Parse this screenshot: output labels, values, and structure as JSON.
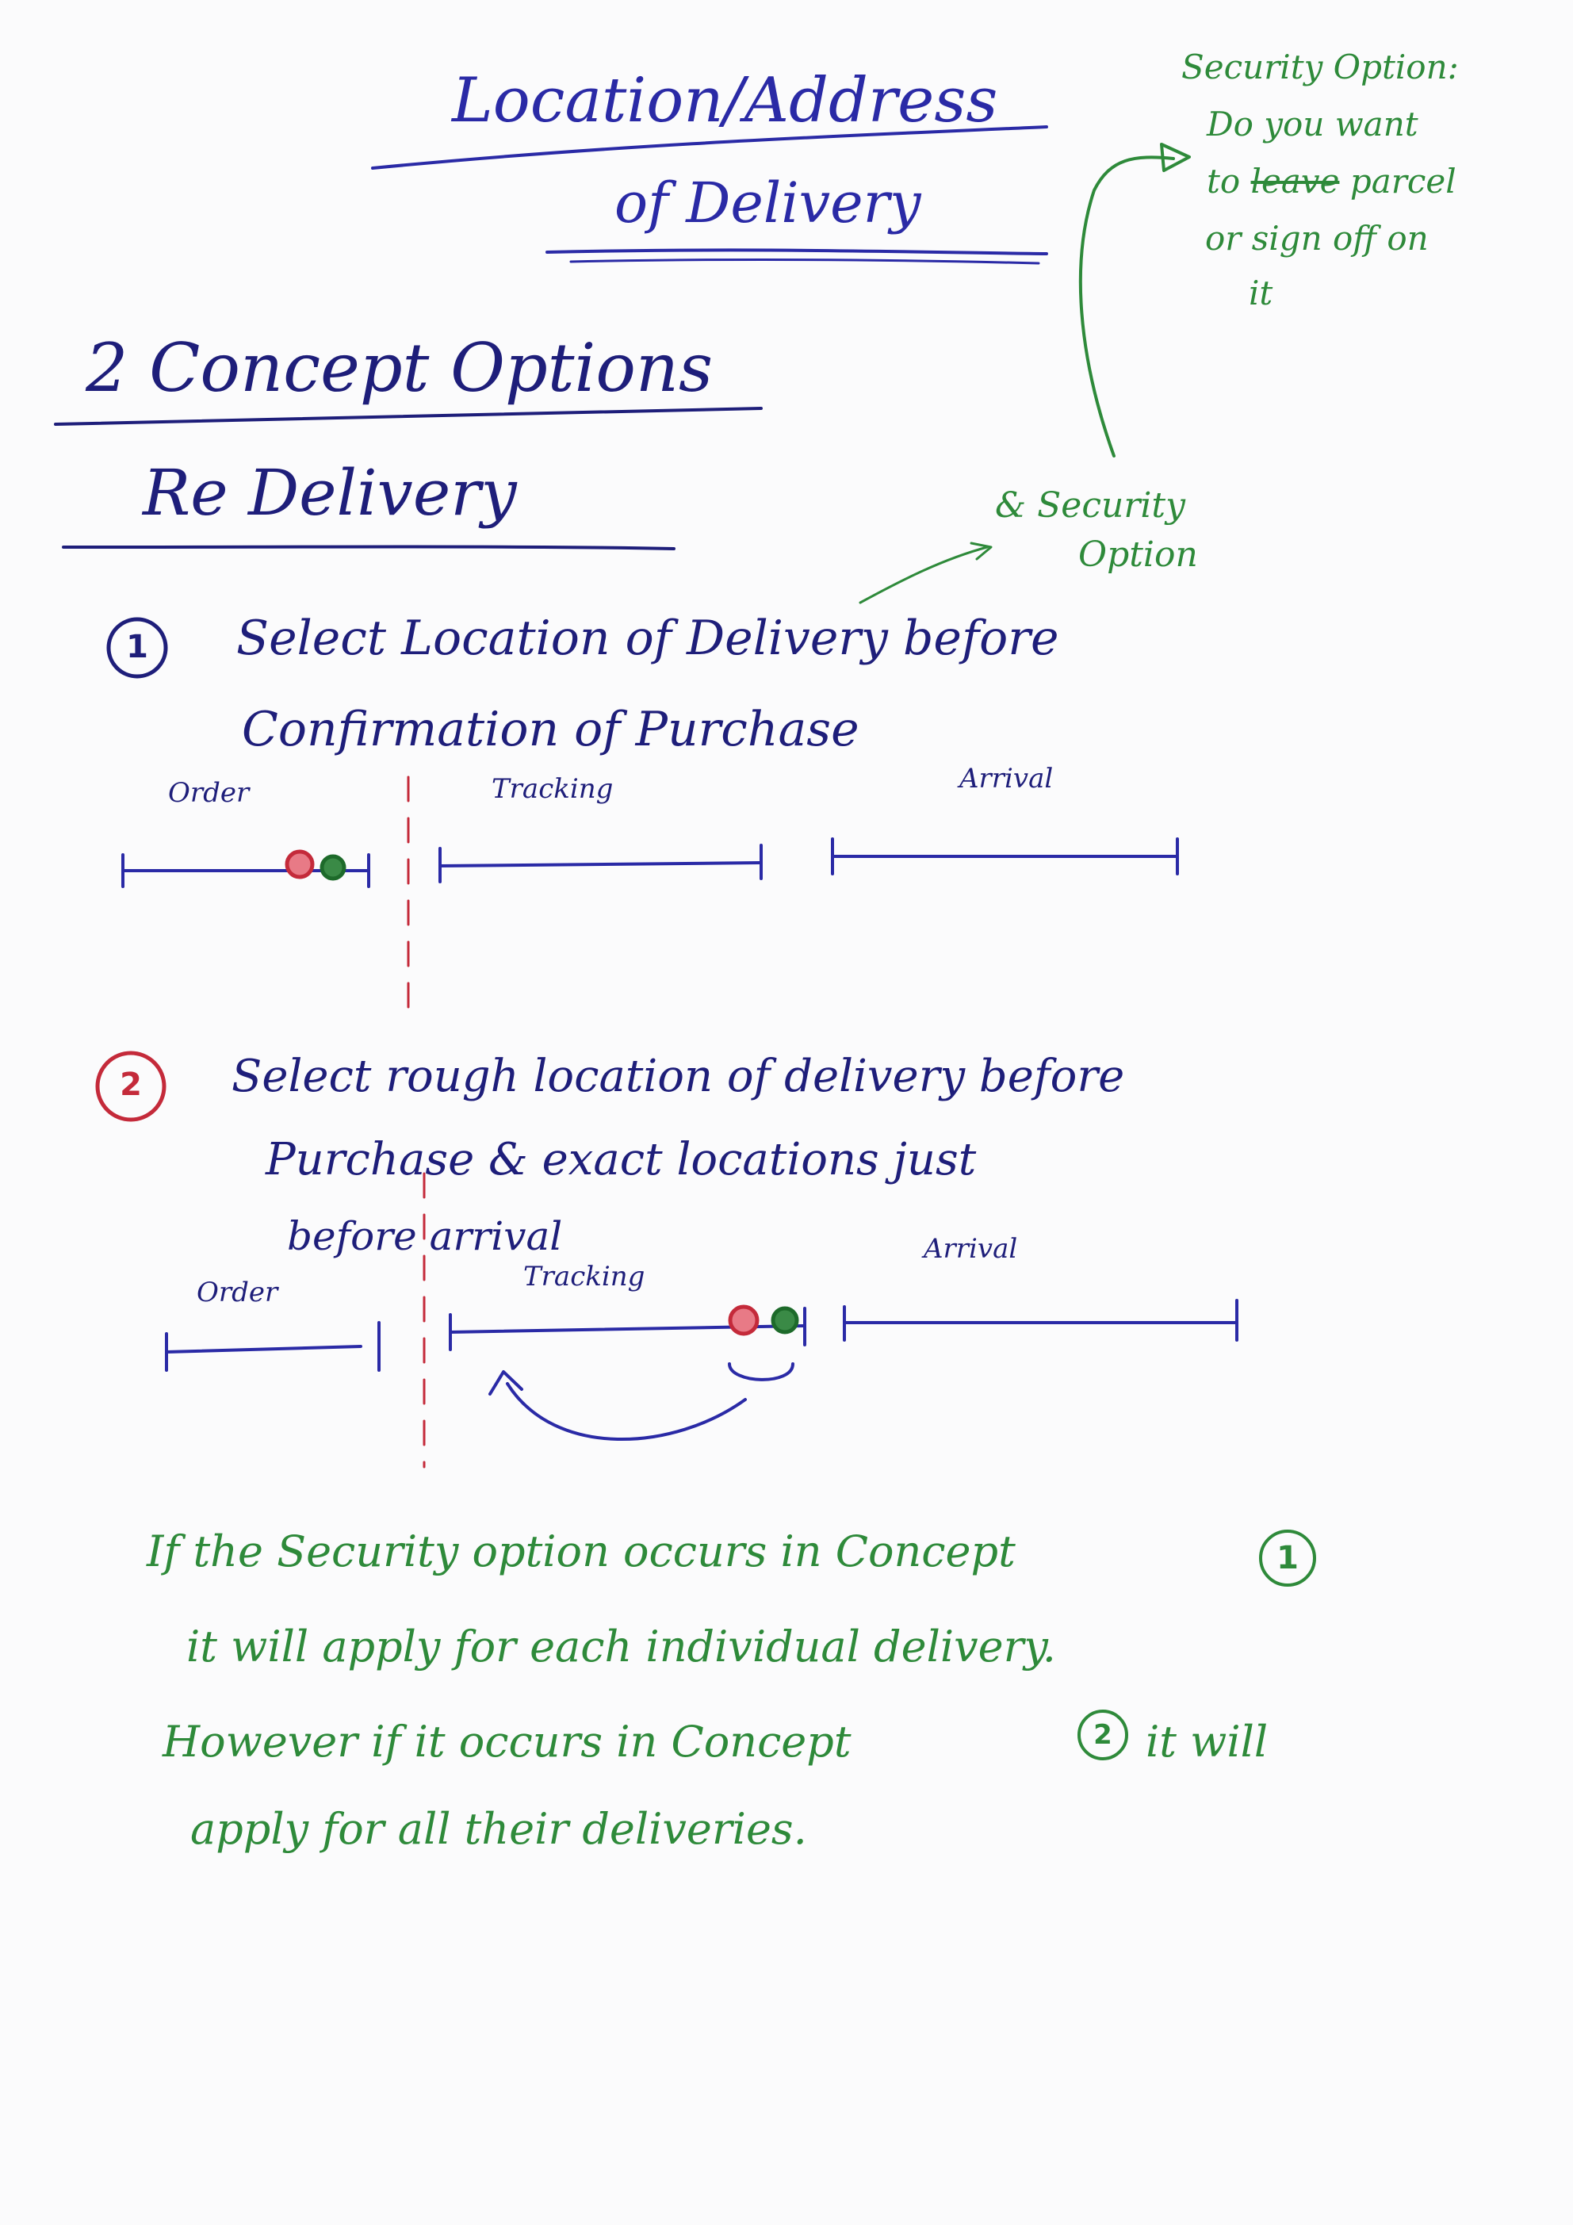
{
  "title": {
    "line1": "Location/Address",
    "line2": "of Delivery"
  },
  "heading": {
    "concept_options": "2 Concept Options",
    "re_delivery": "Re Delivery"
  },
  "security_note": {
    "line1": "Security Option:",
    "line2": "Do you want",
    "line3_prefix": "to",
    "line3_struck": "leave",
    "line3_suffix": "parcel",
    "line4": "or sign off on",
    "line5": "it"
  },
  "security_callout": {
    "line1": "& Security",
    "line2": "Option"
  },
  "concept1": {
    "number": "1",
    "line1": "Select Location of Delivery before",
    "line2": "Confirmation of Purchase",
    "timeline": {
      "order": "Order",
      "tracking": "Tracking",
      "arrival": "Arrival"
    }
  },
  "concept2": {
    "number": "2",
    "line1": "Select rough location of delivery before",
    "line2": "Purchase & exact locations just",
    "line3": "before arrival",
    "timeline": {
      "order": "Order",
      "tracking": "Tracking",
      "arrival": "Arrival"
    }
  },
  "conclusion": {
    "line1_a": "If the Security option occurs in Concept",
    "line1_num": "1",
    "line2": "it will apply for each individual delivery.",
    "line3_a": "However if it occurs in Concept",
    "line3_num": "2",
    "line3_b": "it will",
    "line4": "apply for all their deliveries."
  },
  "colors": {
    "blue_ink": "#2a2aa6",
    "green_ink": "#2e8a3a",
    "red_ink": "#c42a3a"
  }
}
